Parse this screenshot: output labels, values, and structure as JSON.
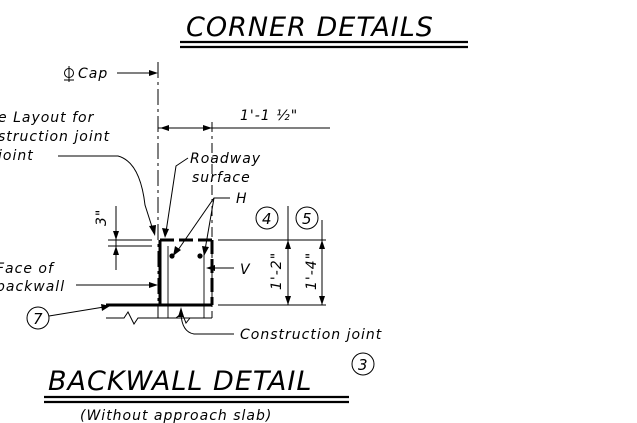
{
  "title": "CORNER DETAILS",
  "subtitle": "BACKWALL DETAIL",
  "subtitle_ref": "3",
  "subtitle_note": "(Without approach slab)",
  "labels": {
    "cl_cap": "Cap",
    "dim_width": "1'-1 ½\"",
    "layout_note_1": "e Layout for",
    "layout_note_2": "struction joint",
    "layout_note_3": "joint",
    "roadway_1": "Roadway",
    "roadway_2": "surface",
    "bar_h": "H",
    "bar_v": "V",
    "dim_3": "3\"",
    "dim_12": "1'-2\"",
    "dim_14": "1'-4\"",
    "face_1": "Face of",
    "face_2": "backwall",
    "construction_joint": "Construction joint"
  },
  "callouts": {
    "c4": "4",
    "c5": "5",
    "c7": "7"
  }
}
